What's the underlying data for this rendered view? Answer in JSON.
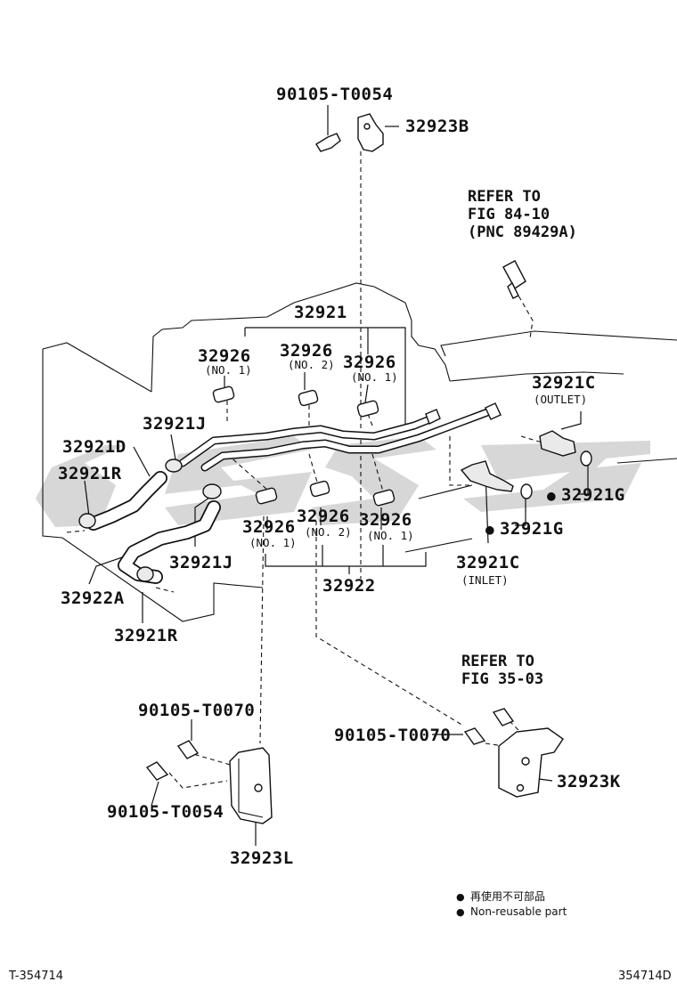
{
  "labels": {
    "bolt_top": "90105-T0054",
    "bracket_b": "32923B",
    "refer_84_line1": "REFER TO",
    "refer_84_line2": "FIG 84-10",
    "refer_84_line3": "(PNC 89429A)",
    "tube_32921": "32921",
    "clamp_no1_left": "32926",
    "clamp_no1_left_sub": "(NO. 1)",
    "clamp_no2_top": "32926",
    "clamp_no2_top_sub": "(NO. 2)",
    "clamp_no1_right": "32926",
    "clamp_no1_right_sub": "(NO. 1)",
    "union_outlet": "32921C",
    "union_outlet_sub": "(OUTLET)",
    "clip_j_top": "32921J",
    "hose_d": "32921D",
    "clip_r_top": "32921R",
    "gasket_g_right": "32921G",
    "gasket_g_mid": "32921G",
    "clamp_bot_left": "32926",
    "clamp_bot_left_sub": "(NO. 1)",
    "clamp_bot_mid": "32926",
    "clamp_bot_mid_sub": "(NO. 2)",
    "clamp_bot_right": "32926",
    "clamp_bot_right_sub": "(NO. 1)",
    "clip_j_bottom": "32921J",
    "union_inlet": "32921C",
    "union_inlet_sub": "(INLET)",
    "hose_a": "32922A",
    "tube_32922": "32922",
    "clip_r_bottom": "32921R",
    "refer_35_line1": "REFER TO",
    "refer_35_line2": "FIG 35-03",
    "bolt_l_upper": "90105-T0070",
    "bolt_k": "90105-T0070",
    "bracket_k": "32923K",
    "bolt_l_lower": "90105-T0054",
    "bracket_l": "32923L"
  },
  "legend": {
    "line_cn": "再使用不可部品",
    "line_en": "Non-reusable part"
  },
  "footer": {
    "left_code": "T-354714",
    "right_code": "354714D"
  }
}
